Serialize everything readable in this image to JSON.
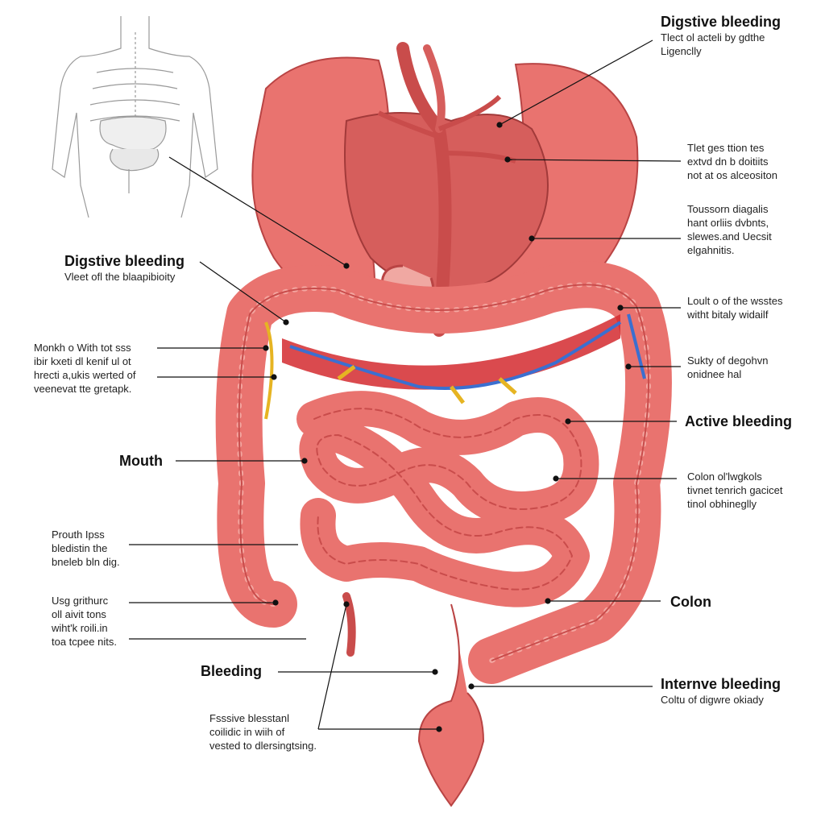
{
  "labels": {
    "top_right": {
      "title": "Digstive bleeding",
      "lines": [
        "Tlect ol acteli by gdthe",
        "Ligenclly"
      ]
    },
    "right_1": {
      "lines": [
        "Tlet ges ttion tes",
        "extvd dn b doitiits",
        "not at os alceositon"
      ]
    },
    "right_2": {
      "lines": [
        "Toussorn diagalis",
        "hant orliis dvbnts,",
        "slewes.and Uecsit",
        "elgahnitis."
      ]
    },
    "right_3": {
      "lines": [
        "Loult o of the wsstes",
        "witht bitaly widailf"
      ]
    },
    "right_4": {
      "lines": [
        "Sukty of degohvn",
        "onidnee hal"
      ]
    },
    "right_5": {
      "title": "Active bleeding"
    },
    "right_6": {
      "lines": [
        "Colon ol'lwgkols",
        "tivnet tenrich gacicet",
        "tinol obhineglly"
      ]
    },
    "right_7": {
      "title": "Colon"
    },
    "bottom_right": {
      "title": "Internve bleeding",
      "lines": [
        "Coltu of digwre okiady"
      ]
    },
    "left_top": {
      "title": "Digstive bleeding",
      "lines": [
        "Vleet ofl the blaapibioity"
      ]
    },
    "left_1": {
      "lines": [
        "Monkh o With tot sss",
        "ibir kxeti dl kenif ul ot",
        "hrecti a,ukis werted of",
        "veenevat tte gretapk."
      ]
    },
    "left_2": {
      "title": "Mouth"
    },
    "left_3": {
      "lines": [
        "Prouth Ipss",
        "bledistin the",
        "bneleb bln dig."
      ]
    },
    "left_4": {
      "lines": [
        "Usg grithurc",
        "oll aivit tons",
        "wiht'k roili.in",
        "toa tcpee nits."
      ]
    },
    "left_5": {
      "title": "Bleeding"
    },
    "left_6": {
      "lines": [
        "Fsssive blesstanl",
        "coilidic in wiih of",
        "vested to dlersingtsing."
      ]
    }
  },
  "colors": {
    "tissue": "#e9736f",
    "tissue_dark": "#c94c4b",
    "tissue_light": "#f4a6a0",
    "vein": "#3b6fd0",
    "nerve": "#e6b422",
    "bleed": "#d81f26"
  }
}
